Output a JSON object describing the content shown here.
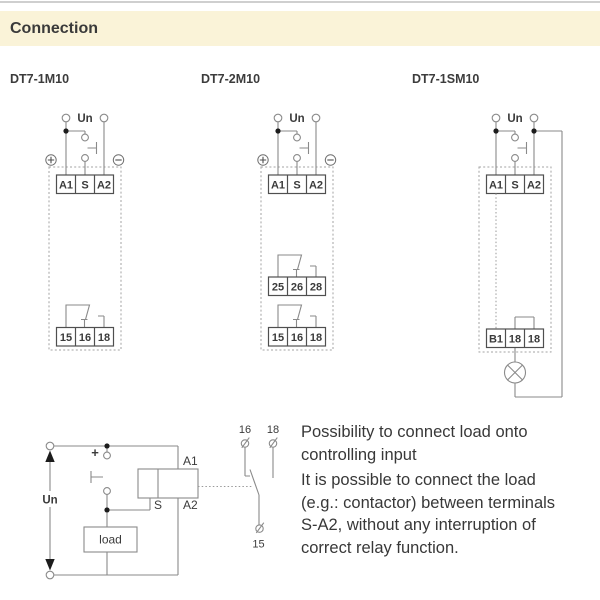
{
  "header": {
    "title": "Connection"
  },
  "models": {
    "d1": "DT7-1M10",
    "d2": "DT7-2M10",
    "d3": "DT7-1SM10"
  },
  "labels": {
    "un": "Un",
    "plus": "+",
    "load": "load",
    "a1": "A1",
    "a2": "A2",
    "s": "S"
  },
  "diagrams": {
    "d1": {
      "supply_terminals": [
        "A1",
        "S",
        "A2"
      ],
      "relay_terminals": [
        "15",
        "16",
        "18"
      ]
    },
    "d2": {
      "supply_terminals": [
        "A1",
        "S",
        "A2"
      ],
      "relay2_terminals": [
        "25",
        "26",
        "28"
      ],
      "relay1_terminals": [
        "15",
        "16",
        "18"
      ]
    },
    "d3": {
      "supply_terminals": [
        "A1",
        "S",
        "A2"
      ],
      "signal_terminals": [
        "B1",
        "18",
        "18"
      ]
    }
  },
  "load_note": {
    "contact": {
      "t16": "16",
      "t18": "18",
      "t15": "15"
    },
    "heading_lines": [
      "Possibility to connect load onto",
      "controlling input"
    ],
    "body_lines": [
      "It is possible to connect the load",
      "(e.g.: contactor) between terminals",
      "S-A2, without any interruption of",
      "correct relay function."
    ]
  },
  "colors": {
    "header_bg": "#faf3d8",
    "diagram_line": "#8a8a8a",
    "terminal_box": "#4f4f4f",
    "text": "#3a3a3a"
  }
}
